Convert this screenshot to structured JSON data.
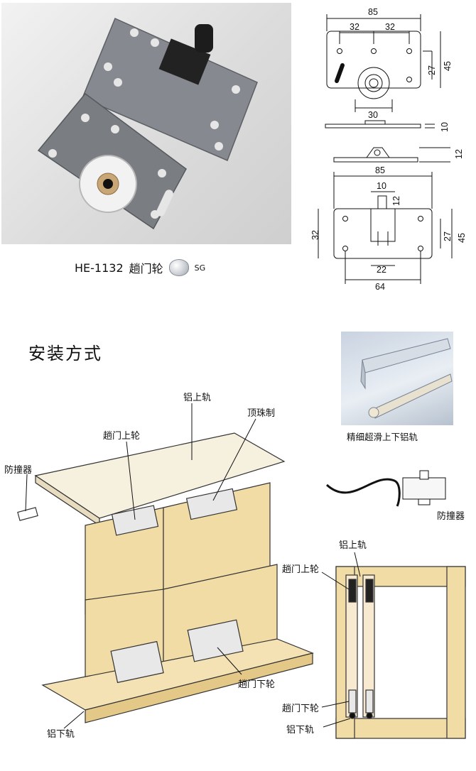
{
  "product": {
    "code": "HE-1132",
    "name": "趟门轮",
    "finish": "SG"
  },
  "dimensions_top_view": {
    "overall_width": "85",
    "hole_spacing_left": "32",
    "hole_spacing_right": "32",
    "height_inner": "27",
    "height_overall": "45",
    "wheel_width": "30"
  },
  "dimensions_side_view": {
    "thickness": "10"
  },
  "dimensions_wheel_side": {
    "height": "12"
  },
  "dimensions_bottom_view": {
    "overall_width": "85",
    "pin_width": "10",
    "pin_height": "12",
    "height_left": "32",
    "height_inner": "27",
    "height_overall": "45",
    "slot_spacing": "22",
    "hole_spacing": "64"
  },
  "installation": {
    "title": "安装方式",
    "labels": {
      "top_rail": "铝上轨",
      "ball_set": "顶珠制",
      "upper_wheel": "趟门上轮",
      "bumper": "防撞器",
      "lower_wheel": "趟门下轮",
      "bottom_rail": "铝下轨"
    },
    "rail_photo_caption": "精细超滑上下铝轨",
    "bumper_label": "防撞器",
    "section": {
      "top_rail": "铝上轨",
      "upper_wheel": "趟门上轮",
      "lower_wheel": "趟门下轮",
      "bottom_rail": "铝下轨"
    }
  },
  "colors": {
    "wood": "#f1dca6",
    "wood_dark": "#d8b86c",
    "plate": "#7a7d82",
    "wheel": "#ececec"
  }
}
